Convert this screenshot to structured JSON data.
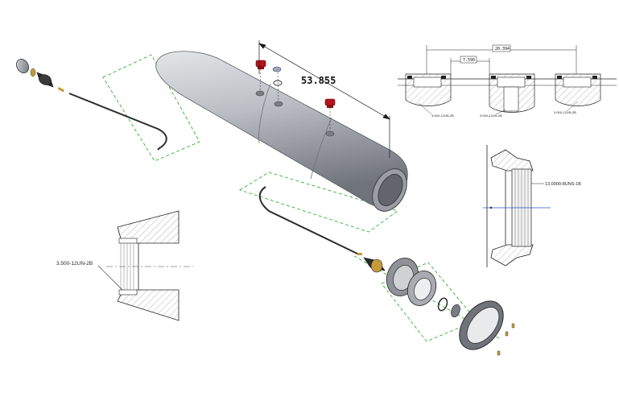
{
  "dimensions": {
    "main_length": "53.855",
    "small_section_top": "20.394",
    "small_section_mid": "7.590"
  },
  "callouts": {
    "left_section_thread": "3.500-12UN-2B",
    "right_section_thread": "13.0000-8UNS-1B",
    "top_section_thread_1": "3.000-12UN-2B",
    "top_section_thread_2": "3.000-12UN-2B",
    "top_section_thread_3": "3.000-12UN-2B"
  },
  "colors": {
    "body_metal": "#b9bcc2",
    "body_shadow": "#7f838a",
    "plug_red": "#b3141e",
    "green_dash": "#33b233",
    "line_dark": "#1a1a1a",
    "brass": "#c49a3a"
  }
}
